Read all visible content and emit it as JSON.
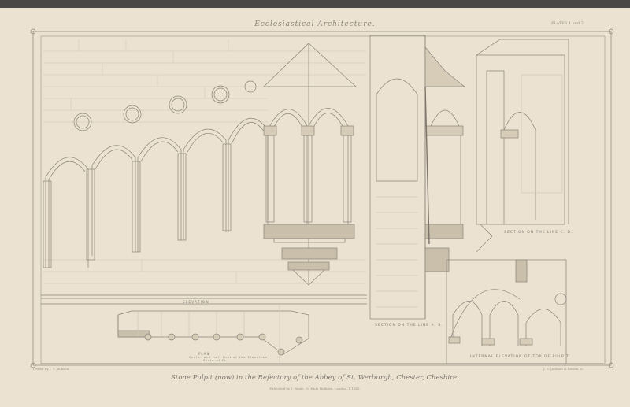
{
  "plate": {
    "header_title": "Ecclesiastical Architecture.",
    "plate_number": "PLATES 1 and 2",
    "caption": "Stone Pulpit (now) in the Refectory of the Abbey of St. Werburgh, Chester, Cheshire.",
    "publisher_line": "Published by J. Weale, 59 High Holborn, London, 1 1845.",
    "credit_left": "Drawn by J. T. Jackson",
    "credit_right": "J. S. Jackson & Bowen sc.",
    "colors": {
      "paper": "#ebe2d2",
      "ink": "#8a8478",
      "background": "#4a4646",
      "shade": "#b8ae9c"
    }
  },
  "views": {
    "elevation_label": "ELEVATION",
    "section_ab_label": "SECTION ON THE LINE A. B.",
    "section_cd_label": "SECTION ON THE LINE C. D.",
    "internal_label": "INTERNAL ELEVATION OF TOP OF PULPIT",
    "plan_label": "PLAN",
    "plan_sub_label": "Scale: one half that of the Elevation",
    "scale_label": "Scale of Ft."
  }
}
